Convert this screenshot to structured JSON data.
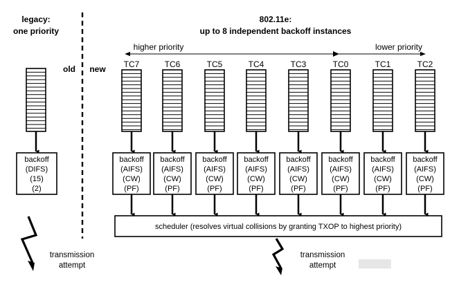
{
  "legacy": {
    "title_line1": "legacy:",
    "title_line2": "one priority",
    "old_label": "old",
    "backoff": [
      "backoff",
      "(DIFS)",
      "(15)",
      "(2)"
    ],
    "transmission_line1": "transmission",
    "transmission_line2": "attempt"
  },
  "new": {
    "title_line1": "802.11e:",
    "title_line2": "up to 8 independent backoff instances",
    "new_label": "new",
    "higher_priority": "higher priority",
    "lower_priority": "lower priority",
    "queues": [
      "TC7",
      "TC6",
      "TC5",
      "TC4",
      "TC3",
      "TC0",
      "TC1",
      "TC2"
    ],
    "backoff": [
      "backoff",
      "(AIFS)",
      "(CW)",
      "(PF)"
    ],
    "scheduler": "scheduler (resolves virtual collisions by granting TXOP to highest priority)",
    "transmission_line1": "transmission",
    "transmission_line2": "attempt"
  },
  "watermark": "██████"
}
